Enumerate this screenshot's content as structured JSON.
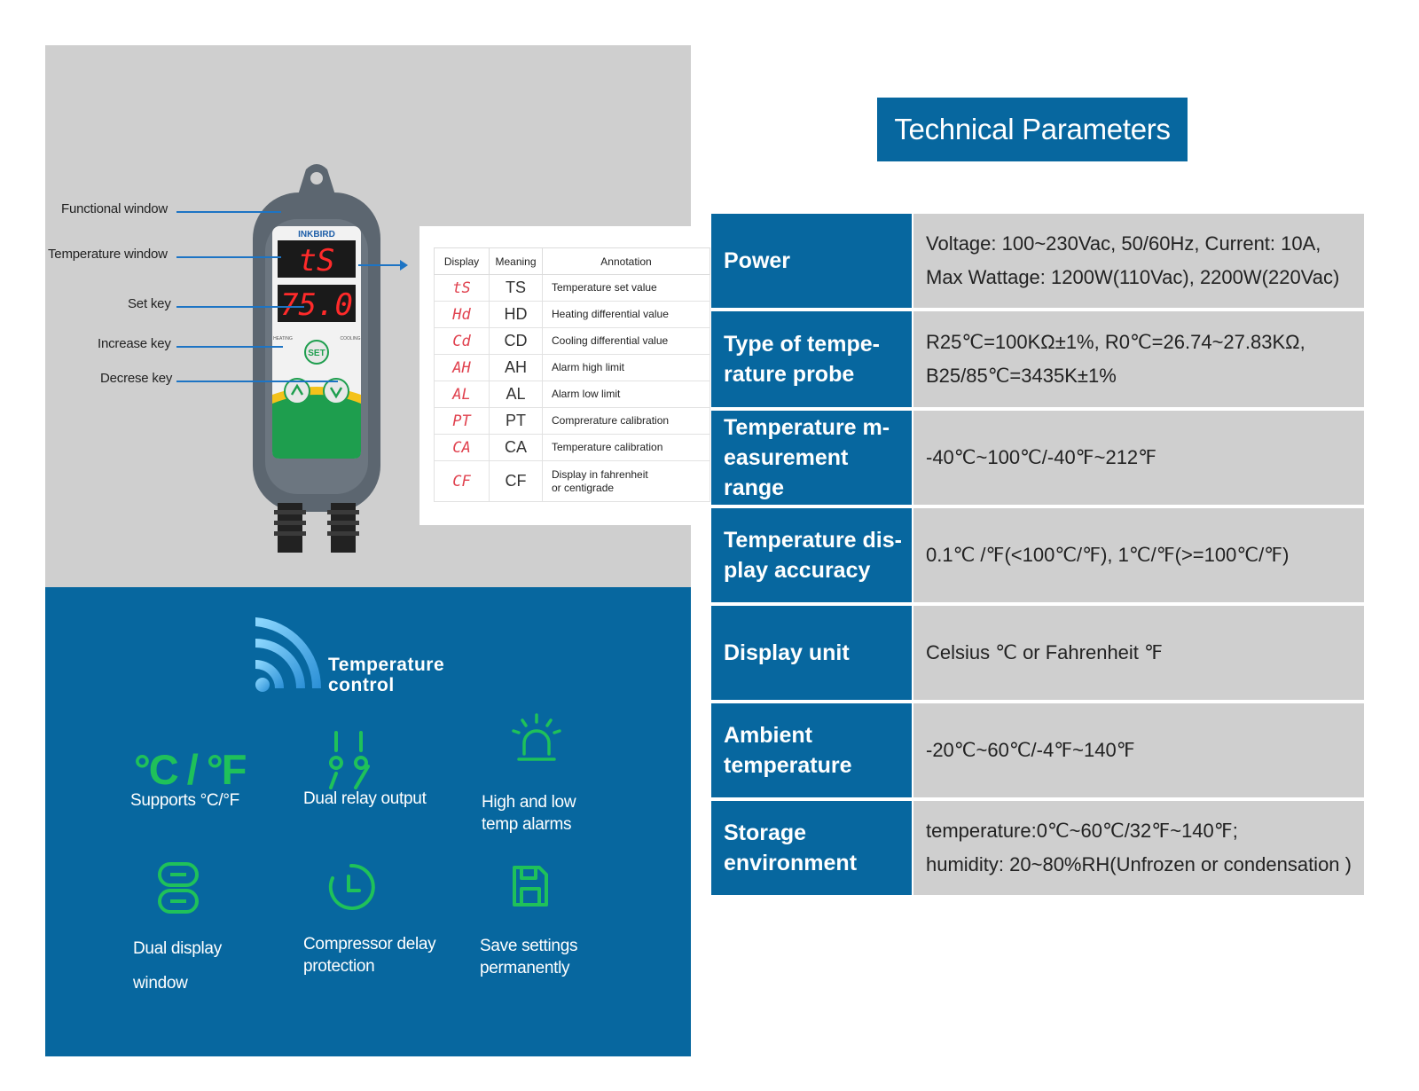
{
  "device": {
    "brand": "INKBIRD",
    "function_display": "tS",
    "temp_display": "75.0",
    "set_key": "SET",
    "heating_label": "HEATING",
    "cooling_label": "COOLING"
  },
  "callouts": {
    "functional_window": "Functional window",
    "temperature_window": "Temperature window",
    "set_key": "Set key",
    "increase_key": "Increase key",
    "decrease_key": "Decrese key"
  },
  "code_table": {
    "headers": [
      "Display",
      "Meaning",
      "Annotation"
    ],
    "rows": [
      {
        "seg": "tS",
        "abbr": "TS",
        "ann": "Temperature set value"
      },
      {
        "seg": "Hd",
        "abbr": "HD",
        "ann": "Heating differential value"
      },
      {
        "seg": "Cd",
        "abbr": "CD",
        "ann": "Cooling differential value"
      },
      {
        "seg": "AH",
        "abbr": "AH",
        "ann": "Alarm high limit"
      },
      {
        "seg": "AL",
        "abbr": "AL",
        "ann": "Alarm low limit"
      },
      {
        "seg": "PT",
        "abbr": "PT",
        "ann": "Comprerature calibration"
      },
      {
        "seg": "CA",
        "abbr": "CA",
        "ann": "Temperature calibration"
      },
      {
        "seg": "CF",
        "abbr": "CF",
        "ann1": "Display in fahrenheit",
        "ann2": "or centigrade"
      }
    ]
  },
  "features": {
    "title_line1": "Temperature",
    "title_line2": "control",
    "cf_glyph": "°C / °F",
    "supports": "Supports °C/°F",
    "dual_relay": "Dual relay output",
    "alarms_line1": "High and low",
    "alarms_line2": "temp alarms",
    "dual_display_line1": "Dual display",
    "dual_display_line2": "window",
    "compressor_line1": "Compressor delay",
    "compressor_line2": "protection",
    "save_line1": "Save settings",
    "save_line2": "permanently"
  },
  "tech": {
    "title": "Technical Parameters",
    "rows": [
      {
        "label1": "Power",
        "label2": "",
        "value1": "Voltage: 100~230Vac, 50/60Hz, Current: 10A,",
        "value2": "Max Wattage: 1200W(110Vac), 2200W(220Vac)"
      },
      {
        "label1": "Type of tempe-",
        "label2": "rature probe",
        "value1": "R25℃=100KΩ±1%, R0℃=26.74~27.83KΩ,",
        "value2": "B25/85℃=3435K±1%"
      },
      {
        "label1": "Temperature m-",
        "label2": "easurement range",
        "value1": "-40℃~100℃/-40℉~212℉",
        "value2": ""
      },
      {
        "label1": "Temperature dis-",
        "label2": "play accuracy",
        "value1": "0.1℃ /℉(<100℃/℉), 1℃/℉(>=100℃/℉)",
        "value2": ""
      },
      {
        "label1": "Display unit",
        "label2": "",
        "value1": "Celsius ℃ or Fahrenheit ℉",
        "value2": ""
      },
      {
        "label1": "Ambient",
        "label2": "temperature",
        "value1": "-20℃~60℃/-4℉~140℉",
        "value2": ""
      },
      {
        "label1": "Storage",
        "label2": "environment",
        "value1": "temperature:0℃~60℃/32℉~140℉;",
        "value2": "humidity: 20~80%RH(Unfrozen or condensation )"
      }
    ]
  },
  "colors": {
    "brand_blue": "#07679f",
    "accent_green": "#1fc15a",
    "panel_gray": "#cfcfcf",
    "segment_red": "#e0424f"
  }
}
